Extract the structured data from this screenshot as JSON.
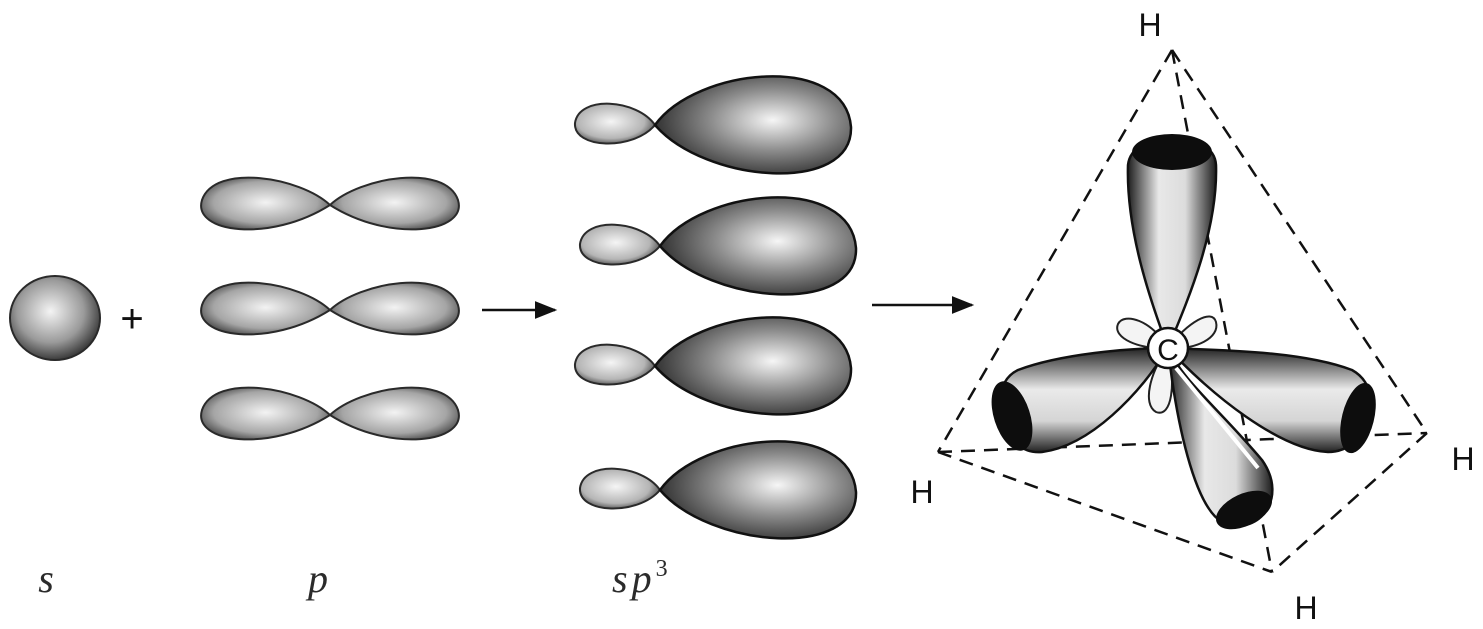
{
  "labels": {
    "s": "s",
    "p": "p",
    "sp3_base": "sp",
    "sp3_sup": "3",
    "plus": "+"
  },
  "molecule": {
    "center": "C",
    "atoms": [
      "H",
      "H",
      "H",
      "H"
    ]
  },
  "colors": {
    "ink": "#111111",
    "shade_dark": "#1a1a1a",
    "shade_light": "#f2f2f2",
    "background": "#ffffff"
  }
}
